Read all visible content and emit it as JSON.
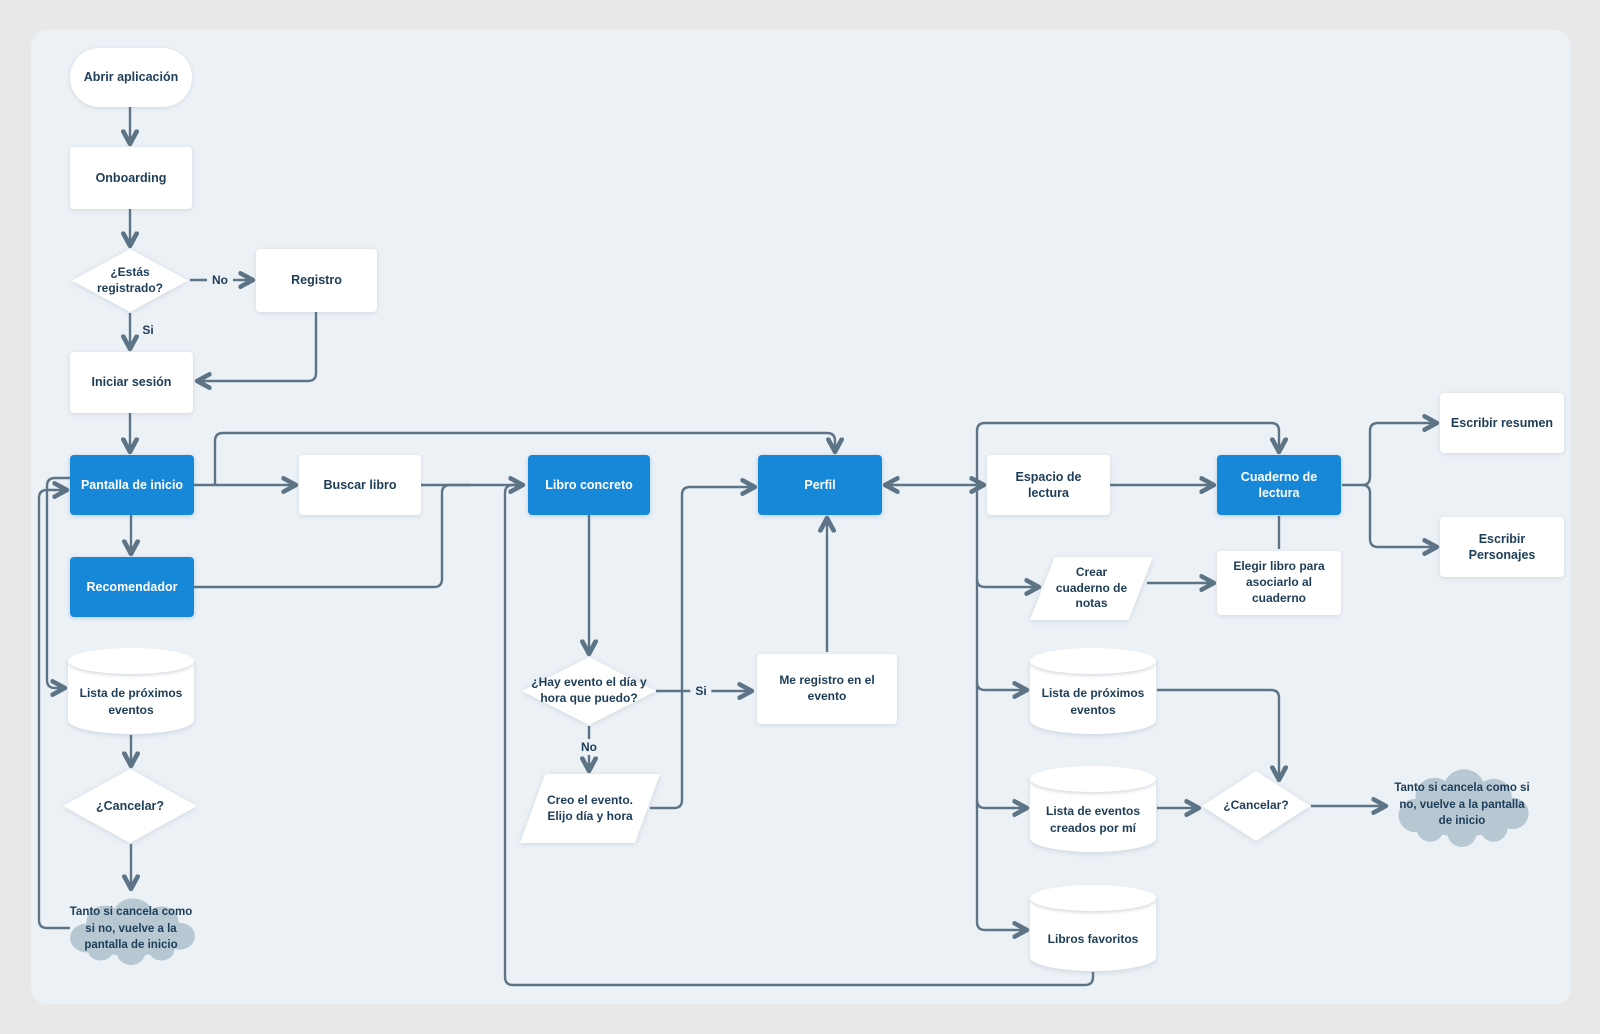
{
  "colors": {
    "canvas_bg": "#e9e8e8",
    "panel_bg": "#ecf1f6",
    "node_white": "#ffffff",
    "node_blue": "#1787d8",
    "text_dark": "#1d3d58",
    "edge_line": "#5d7487",
    "cloud_fill": "#b7c8d3"
  },
  "flowchart": {
    "nodes": {
      "abrir_aplicacion": "Abrir aplicación",
      "onboarding": "Onboarding",
      "estas_registrado": "¿Estás registrado?",
      "registro": "Registro",
      "iniciar_sesion": "Iniciar sesión",
      "pantalla_inicio": "Pantalla de inicio",
      "recomendador": "Recomendador",
      "buscar_libro": "Buscar libro",
      "libro_concreto": "Libro concreto",
      "perfil": "Perfil",
      "espacio_lectura": "Espacio de lectura",
      "cuaderno_lectura": "Cuaderno de lectura",
      "escribir_resumen": "Escribir resumen",
      "escribir_personajes": "Escribir Personajes",
      "crear_cuaderno": "Crear cuaderno de notas",
      "elegir_libro": "Elegir libro para asociarlo al cuaderno",
      "hay_evento": "¿Hay evento el día y hora que puedo?",
      "me_registro": "Me registro en el evento",
      "creo_evento": "Creo el evento. Elijo día y hora",
      "lista_proximos_izq": "Lista de próximos eventos",
      "cancelar_izq": "¿Cancelar?",
      "nube_izq": "Tanto si cancela como si no, vuelve a la pantalla de inicio",
      "lista_proximos_der": "Lista de próximos eventos",
      "eventos_creados": "Lista de eventos creados por mí",
      "libros_favoritos": "Libros favoritos",
      "cancelar_der": "¿Cancelar?",
      "nube_der": "Tanto si cancela como si no, vuelve a la pantalla de inicio"
    },
    "edge_labels": {
      "no_registro": "No",
      "si_registrado": "Si",
      "si_evento": "Si",
      "no_evento": "No"
    }
  }
}
